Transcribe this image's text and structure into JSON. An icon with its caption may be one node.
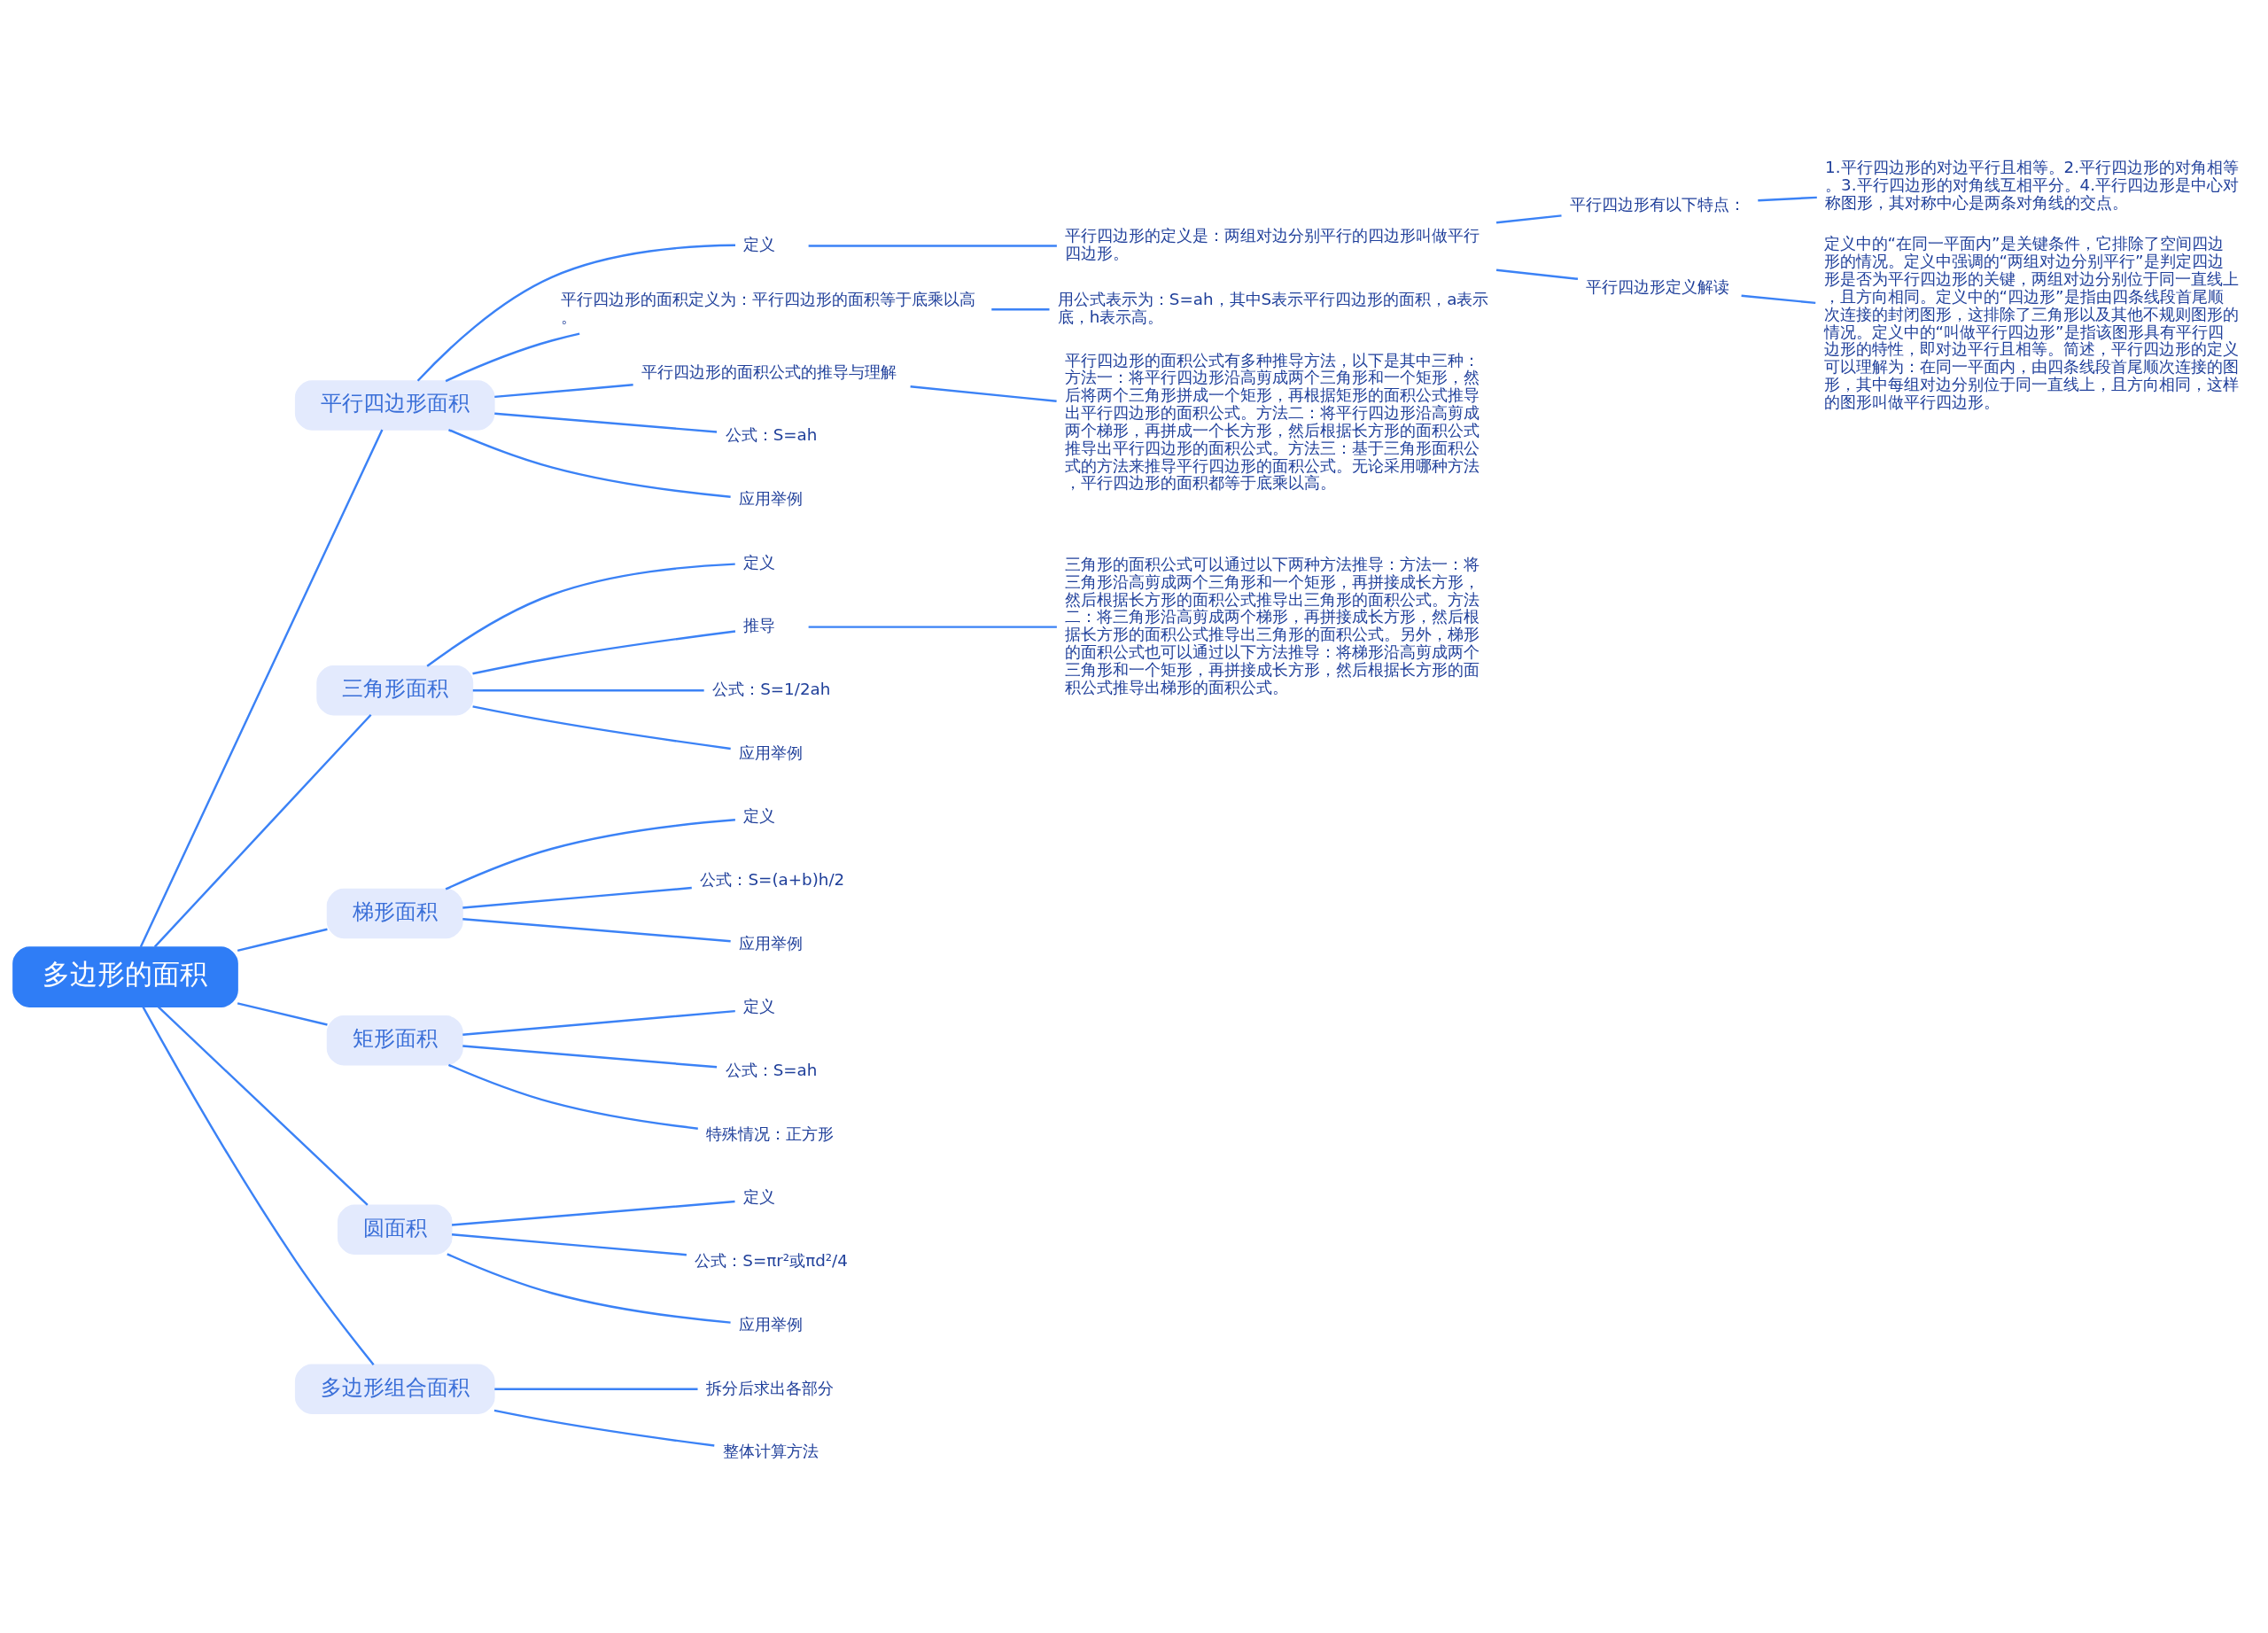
{
  "diagram": {
    "nodes": [
      {
        "text": [
          "多边形的面积"
        ]
      },
      {
        "text": [
          "平行四边形面积"
        ]
      },
      {
        "text": [
          "定义"
        ]
      },
      {
        "text": [
          "平行四边形的定义是：两组对边分别平行的四边形叫做平行四边形。"
        ]
      },
      {
        "text": [
          "平行四边形有以下特点："
        ]
      },
      {
        "text": [
          "1.平行四边形的对边平行且相等。2.平行四边形的对角相等。3.平行四边形的对角线互相平分。4.平行四边形是中心对称图形，其对称中心是两条对角线的交点。"
        ]
      },
      {
        "text": [
          "平行四边形定义解读"
        ]
      },
      {
        "text": [
          "定义中的“在同一平面内”是关键条件，它排除了空间四边形的情况。定义中强调的“两组对边分别平行”是判定四边形是否为平行四边形的关键，两组对边分别位于同一直线上，且方向相同。定义中的“四边形”是指由四条线段首尾顺次连接的封闭图形，这排除了三角形以及其他不规则图形的情况。定义中的“叫做平行四边形”是指该图形具有平行四边形的特性，即对边平行且相等。简述，平行四边形的定义可以理解为：在同一平面内，由四条线段首尾顺次连接的图形，其中每组对边分别位于同一直线上，且方向相同，这样的图形叫做平行四边形。"
        ]
      },
      {
        "text": [
          "平行四边形的面积定义为：平行四边形的面积等于底乘以高。"
        ]
      },
      {
        "text": [
          "用公式表示为：S=ah，其中S表示平行四边形的面积，a表示底，h表示高。"
        ]
      },
      {
        "text": [
          "平行四边形的面积公式的推导与理解"
        ]
      },
      {
        "text": [
          "平行四边形的面积公式有多种推导方法，以下是其中三种：方法一：将平行四边形沿高剪成两个三角形和一个矩形，然后将两个三角形拼成一个矩形，再根据矩形的面积公式推导出平行四边形的面积公式。方法二：将平行四边形沿高剪成两个梯形，再拼成一个长方形，然后根据长方形的面积公式推导出平行四边形的面积公式。方法三：基于三角形面积公式的方法来推导平行四边形的面积公式。无论采用哪种方法，平行四边形的面积都等于底乘以高。"
        ]
      },
      {
        "text": [
          "公式：S=ah"
        ]
      },
      {
        "text": [
          "应用举例"
        ]
      },
      {
        "text": [
          "三角形面积"
        ]
      },
      {
        "text": [
          "定义"
        ]
      },
      {
        "text": [
          "推导"
        ]
      },
      {
        "text": [
          "三角形的面积公式可以通过以下两种方法推导：方法一：将三角形沿高剪成两个三角形和一个矩形，再拼接成长方形，然后根据长方形的面积公式推导出三角形的面积公式。方法二：将三角形沿高剪成两个梯形，再拼接成长方形，然后根据长方形的面积公式推导出三角形的面积公式。另外，梯形的面积公式也可以通过以下方法推导：将梯形沿高剪成两个三角形和一个矩形，再拼接成长方形，然后根据长方形的面积公式推导出梯形的面积公式。"
        ]
      },
      {
        "text": [
          "公式：S=1/2ah"
        ]
      },
      {
        "text": [
          "应用举例"
        ]
      },
      {
        "text": [
          "梯形面积"
        ]
      },
      {
        "text": [
          "定义"
        ]
      },
      {
        "text": [
          "公式：S=(a+b)h/2"
        ]
      },
      {
        "text": [
          "应用举例"
        ]
      },
      {
        "text": [
          "矩形面积"
        ]
      },
      {
        "text": [
          "定义"
        ]
      },
      {
        "text": [
          "公式：S=ah"
        ]
      },
      {
        "text": [
          "特殊情况：正方形"
        ]
      },
      {
        "text": [
          "圆面积"
        ]
      },
      {
        "text": [
          "定义"
        ]
      },
      {
        "text": [
          "公式：S=πr²或πd²/4"
        ]
      },
      {
        "text": [
          "应用举例"
        ]
      },
      {
        "text": [
          "多边形组合面积"
        ]
      },
      {
        "text": [
          "拆分后求出各部分"
        ]
      },
      {
        "text": [
          "整体计算方法"
        ]
      }
    ],
    "edges": [
      {
        "from": 0,
        "to": 1,
        "arrow": "none"
      },
      {
        "from": 1,
        "to": 2,
        "arrow": "none"
      },
      {
        "from": 2,
        "to": 3,
        "arrow": "none"
      },
      {
        "from": 3,
        "to": 4,
        "arrow": "none"
      },
      {
        "from": 4,
        "to": 5,
        "arrow": "none"
      },
      {
        "from": 3,
        "to": 6,
        "arrow": "none"
      },
      {
        "from": 6,
        "to": 7,
        "arrow": "none"
      },
      {
        "from": 1,
        "to": 8,
        "arrow": "none"
      },
      {
        "from": 8,
        "to": 9,
        "arrow": "none"
      },
      {
        "from": 1,
        "to": 10,
        "arrow": "none"
      },
      {
        "from": 10,
        "to": 11,
        "arrow": "none"
      },
      {
        "from": 1,
        "to": 12,
        "arrow": "none"
      },
      {
        "from": 1,
        "to": 13,
        "arrow": "none"
      },
      {
        "from": 0,
        "to": 14,
        "arrow": "none"
      },
      {
        "from": 14,
        "to": 15,
        "arrow": "none"
      },
      {
        "from": 14,
        "to": 16,
        "arrow": "none"
      },
      {
        "from": 16,
        "to": 17,
        "arrow": "none"
      },
      {
        "from": 14,
        "to": 18,
        "arrow": "none"
      },
      {
        "from": 14,
        "to": 19,
        "arrow": "none"
      },
      {
        "from": 0,
        "to": 20,
        "arrow": "none"
      },
      {
        "from": 20,
        "to": 21,
        "arrow": "none"
      },
      {
        "from": 20,
        "to": 22,
        "arrow": "none"
      },
      {
        "from": 20,
        "to": 23,
        "arrow": "none"
      },
      {
        "from": 0,
        "to": 24,
        "arrow": "none"
      },
      {
        "from": 24,
        "to": 25,
        "arrow": "none"
      },
      {
        "from": 24,
        "to": 26,
        "arrow": "none"
      },
      {
        "from": 24,
        "to": 27,
        "arrow": "none"
      },
      {
        "from": 0,
        "to": 28,
        "arrow": "none"
      },
      {
        "from": 28,
        "to": 29,
        "arrow": "none"
      },
      {
        "from": 28,
        "to": 30,
        "arrow": "none"
      },
      {
        "from": 28,
        "to": 31,
        "arrow": "none"
      },
      {
        "from": 0,
        "to": 32,
        "arrow": "none"
      },
      {
        "from": 32,
        "to": 33,
        "arrow": "none"
      },
      {
        "from": 32,
        "to": 34,
        "arrow": "none"
      }
    ]
  }
}
